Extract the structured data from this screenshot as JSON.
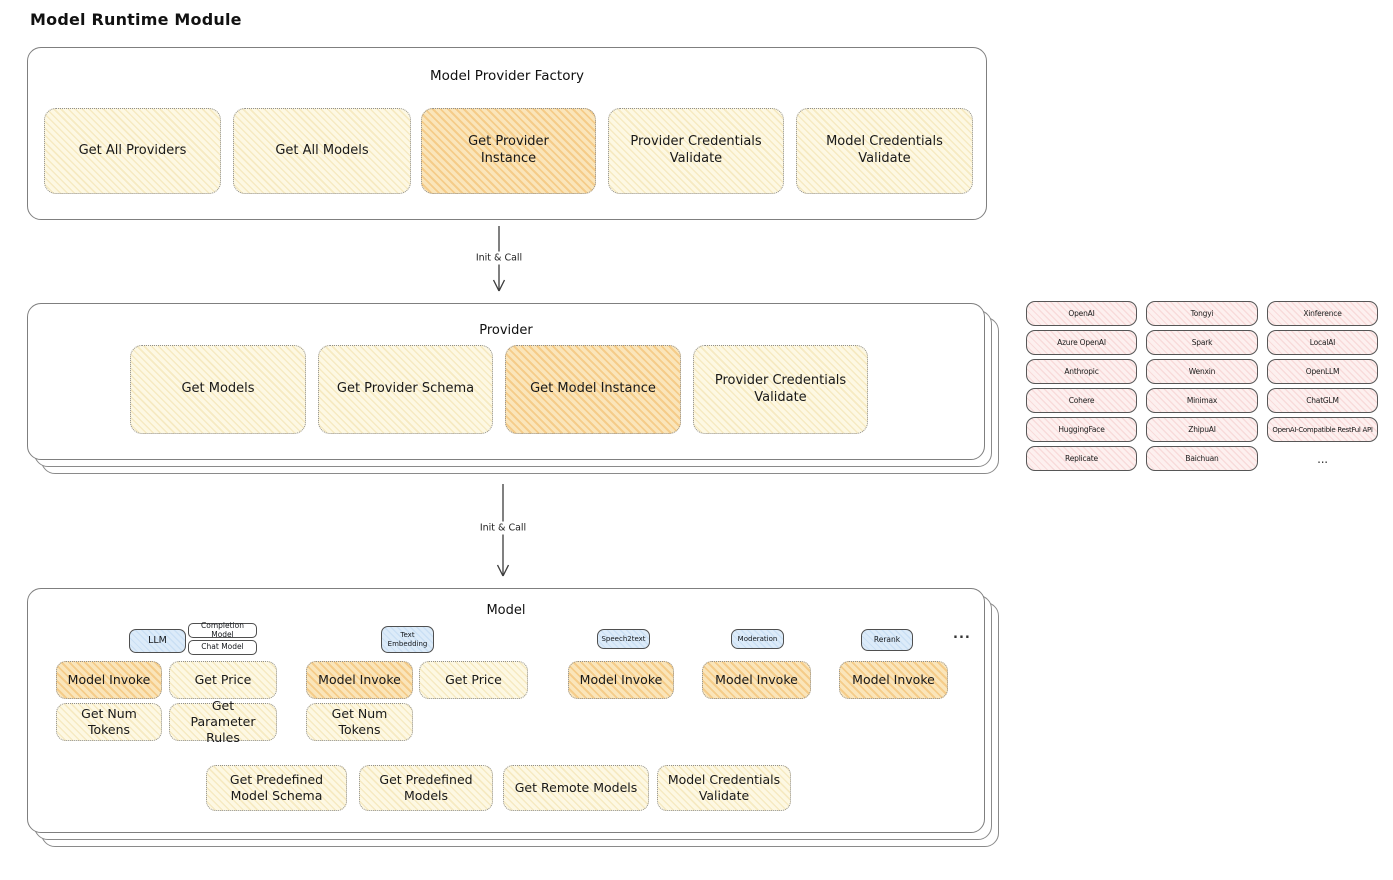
{
  "page_title": "Model Runtime Module",
  "colors": {
    "cream_fill": "#fdf8e3",
    "cream_hatch": "#ebd28c",
    "highlight_fill": "#fae5ba",
    "highlight_hatch": "#f0ae4e",
    "pink_fill": "#fdf0ef",
    "pink_hatch": "#eba0a0",
    "blue_fill": "#dcebf9",
    "stroke": "#3c3c3c"
  },
  "factory": {
    "title": "Model Provider Factory",
    "buttons": [
      {
        "label": "Get All Providers",
        "highlighted": false
      },
      {
        "label": "Get All Models",
        "highlighted": false
      },
      {
        "label": "Get Provider Instance",
        "highlighted": true
      },
      {
        "label": "Provider Credentials Validate",
        "highlighted": false
      },
      {
        "label": "Model Credentials Validate",
        "highlighted": false
      }
    ]
  },
  "arrows": {
    "factory_to_provider": "Init & Call",
    "provider_to_model": "Init & Call"
  },
  "provider": {
    "title": "Provider",
    "buttons": [
      {
        "label": "Get Models",
        "highlighted": false
      },
      {
        "label": "Get Provider Schema",
        "highlighted": false
      },
      {
        "label": "Get Model Instance",
        "highlighted": true
      },
      {
        "label": "Provider Credentials Validate",
        "highlighted": false
      }
    ]
  },
  "providers_grid": {
    "items": [
      "OpenAI",
      "Tongyi",
      "Xinference",
      "Azure OpenAI",
      "Spark",
      "LocalAI",
      "Anthropic",
      "Wenxin",
      "OpenLLM",
      "Cohere",
      "Minimax",
      "ChatGLM",
      "HuggingFace",
      "ZhipuAI",
      "OpenAI-Compatible RestFul API",
      "Replicate",
      "Baichuan"
    ],
    "more": "..."
  },
  "model": {
    "title": "Model",
    "types": {
      "llm": "LLM",
      "completion": "Completion Model",
      "chat": "Chat Model",
      "text_embedding": "Text Embedding",
      "speech2text": "Speech2text",
      "moderation": "Moderation",
      "rerank": "Rerank",
      "more": "..."
    },
    "llm_buttons": [
      {
        "label": "Model Invoke",
        "highlighted": true
      },
      {
        "label": "Get Price",
        "highlighted": false
      },
      {
        "label": "Get Num Tokens",
        "highlighted": false
      },
      {
        "label": "Get Parameter Rules",
        "highlighted": false
      }
    ],
    "embedding_buttons": [
      {
        "label": "Model Invoke",
        "highlighted": true
      },
      {
        "label": "Get Price",
        "highlighted": false
      },
      {
        "label": "Get Num Tokens",
        "highlighted": false
      }
    ],
    "speech2text_buttons": [
      {
        "label": "Model Invoke",
        "highlighted": true
      }
    ],
    "moderation_buttons": [
      {
        "label": "Model Invoke",
        "highlighted": true
      }
    ],
    "rerank_buttons": [
      {
        "label": "Model Invoke",
        "highlighted": true
      }
    ],
    "bottom_buttons": [
      {
        "label": "Get Predefined Model Schema"
      },
      {
        "label": "Get Predefined Models"
      },
      {
        "label": "Get Remote Models"
      },
      {
        "label": "Model Credentials Validate"
      }
    ]
  }
}
